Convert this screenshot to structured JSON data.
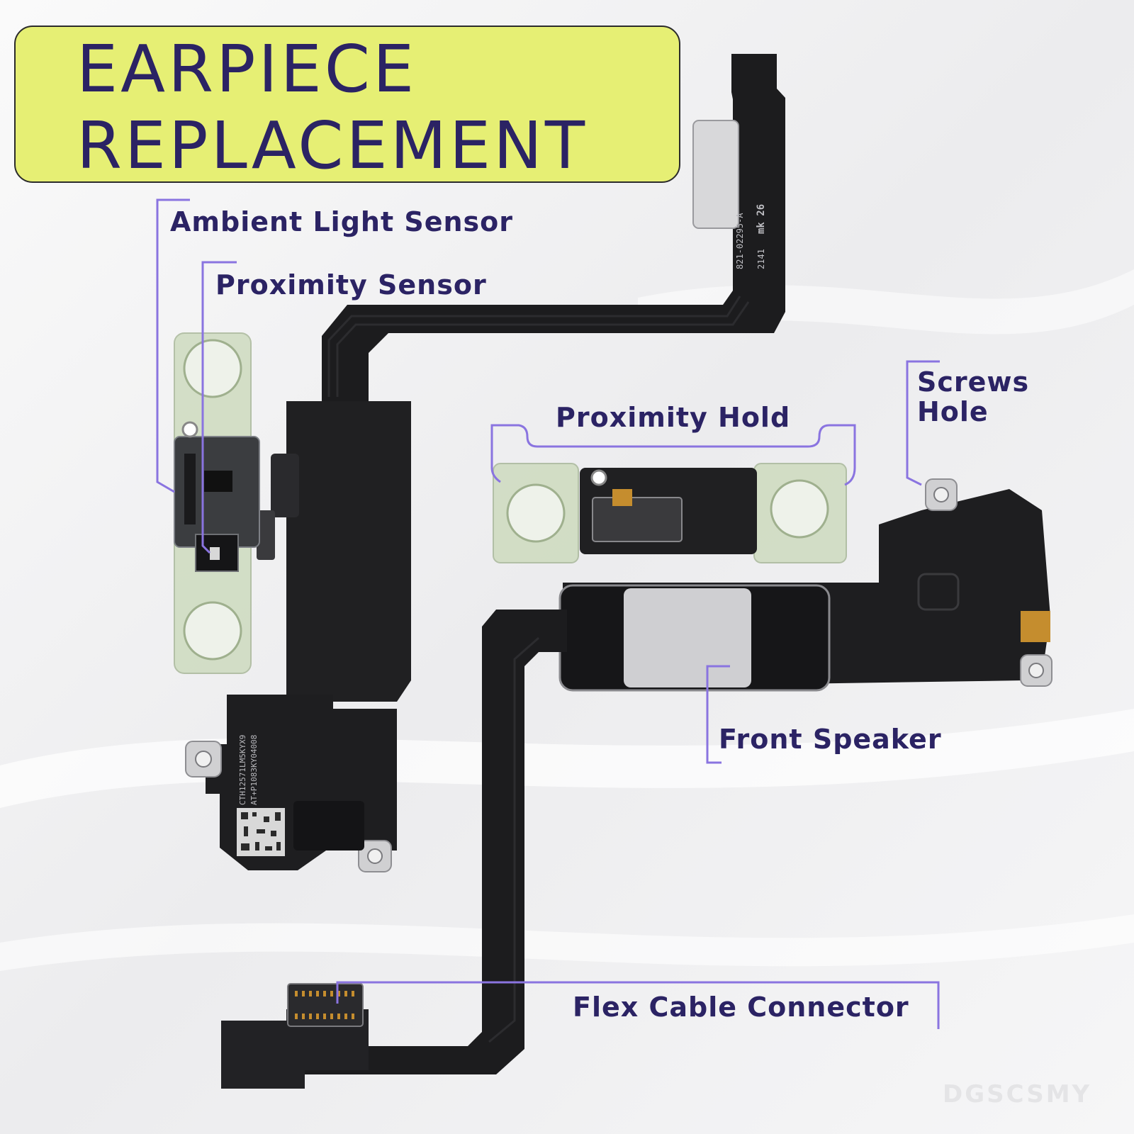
{
  "title": {
    "line1": "EARPIECE",
    "line2": "REPLACEMENT"
  },
  "labels": {
    "ambient_light_sensor": "Ambient Light Sensor",
    "proximity_sensor": "Proximity Sensor",
    "proximity_hold": "Proximity Hold",
    "screws_hole_line1": "Screws",
    "screws_hole_line2": "Hole",
    "front_speaker": "Front Speaker",
    "flex_cable_connector": "Flex Cable Connector"
  },
  "flex_print": {
    "part_number": "821-02295-A",
    "date_code": "2141",
    "mark": "mk 26"
  },
  "module_print": {
    "line1": "CTH12571LM5KYX9",
    "line2": "AT+P1083KY04008"
  },
  "watermark": "DGSCSMY",
  "colors": {
    "title_bg": "#e6ef74",
    "title_text": "#2b2364",
    "callout_line": "#8a74e0",
    "flex_cable": "#1c1c1e"
  }
}
